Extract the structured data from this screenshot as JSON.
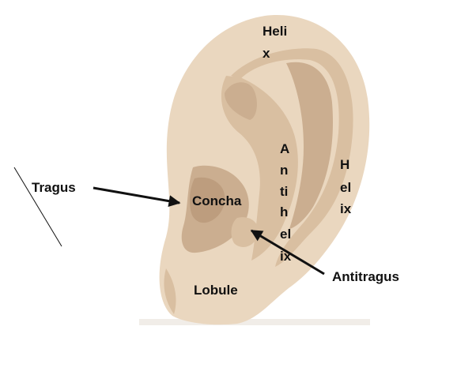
{
  "diagram": {
    "labels": {
      "helix_top": [
        "Heli",
        "x"
      ],
      "helix_side": [
        "H",
        "el",
        "ix"
      ],
      "antihelix": [
        "A",
        "n",
        "ti",
        "h",
        "el",
        "ix"
      ],
      "concha": "Concha",
      "lobule": "Lobule",
      "tragus": "Tragus",
      "antitragus": "Antitragus"
    },
    "colors": {
      "skin": "#ead7bf",
      "fold": "#d9bfa1",
      "shadow": "#cbae90",
      "deep": "#bd9d7e",
      "text": "#111111"
    }
  }
}
